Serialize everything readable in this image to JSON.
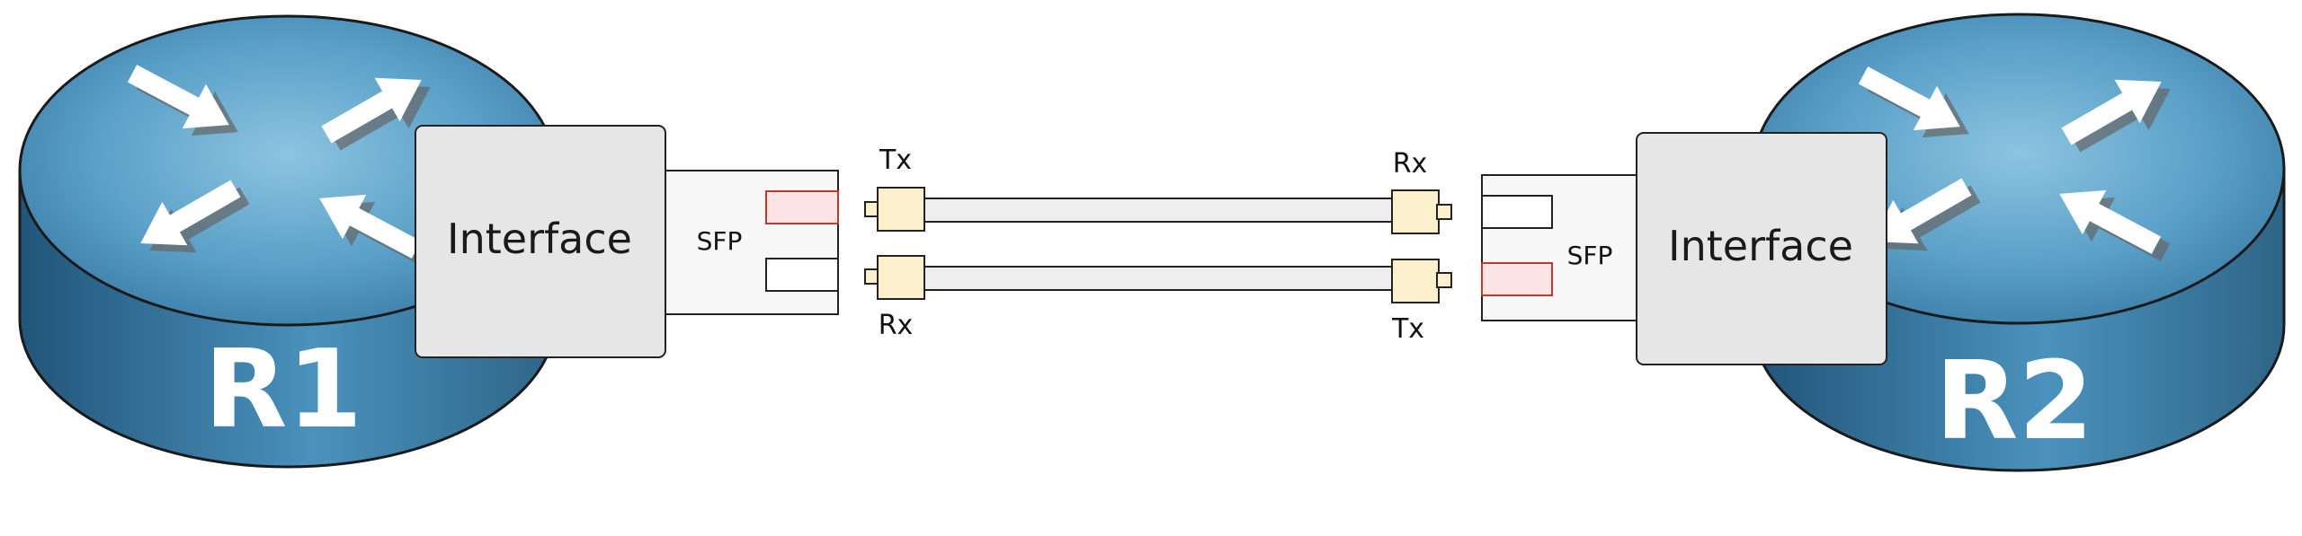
{
  "routers": [
    {
      "name": "R1",
      "interface_label": "Interface",
      "module_label": "SFP"
    },
    {
      "name": "R2",
      "interface_label": "Interface",
      "module_label": "SFP"
    }
  ],
  "cable": {
    "left_top_label": "Tx",
    "left_bottom_label": "Rx",
    "right_top_label": "Rx",
    "right_bottom_label": "Tx"
  },
  "colors": {
    "router_top": "#4e94bd",
    "router_side": "#2f6688",
    "router_outline": "#1a1a1a",
    "interface_fill": "#e6e6e6",
    "sfp_fill": "#f7f7f7",
    "tx_port_fill": "#fde4e6",
    "tx_port_stroke": "#c0392b",
    "connector_fill": "#fdf0cc",
    "fiber_fill": "#eeeeee"
  }
}
